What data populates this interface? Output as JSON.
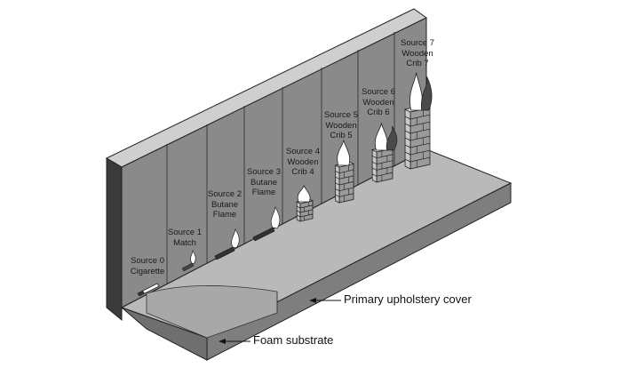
{
  "sources": [
    {
      "lines": [
        "Source 0",
        "Cigarette"
      ]
    },
    {
      "lines": [
        "Source 1",
        "Match"
      ]
    },
    {
      "lines": [
        "Source 2",
        "Butane",
        "Flame"
      ]
    },
    {
      "lines": [
        "Source 3",
        "Butane",
        "Flame"
      ]
    },
    {
      "lines": [
        "Source 4",
        "Wooden",
        "Crib 4"
      ]
    },
    {
      "lines": [
        "Source 5",
        "Wooden",
        "Crib 5"
      ]
    },
    {
      "lines": [
        "Source 6",
        "Wooden",
        "Crib 6"
      ]
    },
    {
      "lines": [
        "Source 7",
        "Wooden",
        "Crib 7"
      ]
    }
  ],
  "callouts": {
    "cover": "Primary upholstery cover",
    "foam": "Foam substrate"
  },
  "colors": {
    "wall_face": "#8a8a8a",
    "wall_top": "#cfcfcf",
    "wall_side": "#3a3a3a",
    "seat_top": "#b9b9b9",
    "seat_front": "#8c8c8c",
    "seat_side": "#6f6f6f",
    "foam_curve": "#a8a8a8",
    "crib_wood": "#c8c8c8"
  }
}
